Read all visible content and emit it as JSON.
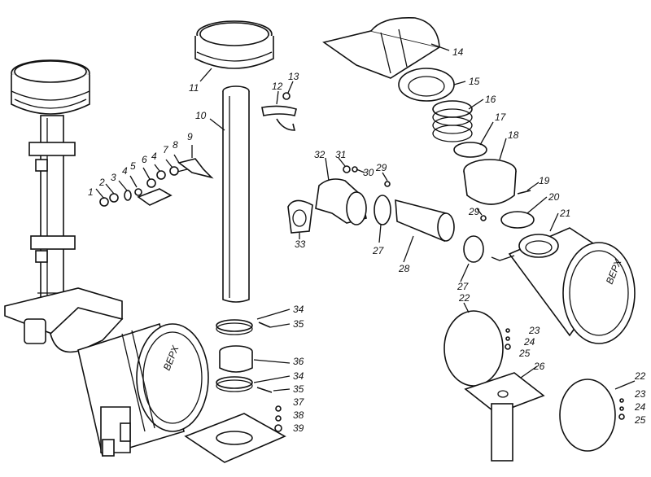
{
  "figure": {
    "stamp_text": "ВЕРХ",
    "callouts": [
      "1",
      "2",
      "3",
      "4",
      "5",
      "6",
      "4",
      "7",
      "8",
      "9",
      "10",
      "11",
      "12",
      "13",
      "14",
      "15",
      "16",
      "17",
      "18",
      "19",
      "20",
      "21",
      "22",
      "23",
      "24",
      "25",
      "26",
      "27",
      "28",
      "29",
      "29",
      "27",
      "30",
      "31",
      "32",
      "33",
      "34",
      "35",
      "36",
      "34",
      "35",
      "37",
      "38",
      "39",
      "22",
      "23",
      "24",
      "25"
    ]
  },
  "colors": {
    "ink": "#111111",
    "paper": "#ffffff"
  }
}
